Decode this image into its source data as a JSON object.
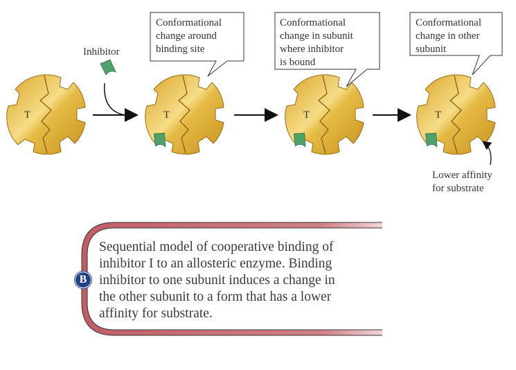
{
  "labels": {
    "inhibitor": "Inhibitor",
    "subunit_label": "T",
    "lower_affinity": [
      "Lower affinity",
      "for substrate"
    ]
  },
  "callouts": [
    {
      "lines": [
        "Conformational",
        "change around",
        "binding site"
      ]
    },
    {
      "lines": [
        "Conformational",
        "change in subunit",
        "where inhibitor",
        "is bound"
      ]
    },
    {
      "lines": [
        "Conformational",
        "change in other",
        "subunit"
      ]
    }
  ],
  "caption": {
    "badge": "B",
    "lines": [
      "Sequential model of cooperative binding of",
      "inhibitor I to an allosteric enzyme. Binding",
      "inhibitor to one subunit induces a change in",
      "the other subunit to a form that has a lower",
      "affinity for substrate."
    ]
  },
  "colors": {
    "enzyme": "#e2b63a",
    "inhibitor": "#4fa36a",
    "frame": "#c9727a",
    "badge": "#1f3f8a"
  }
}
